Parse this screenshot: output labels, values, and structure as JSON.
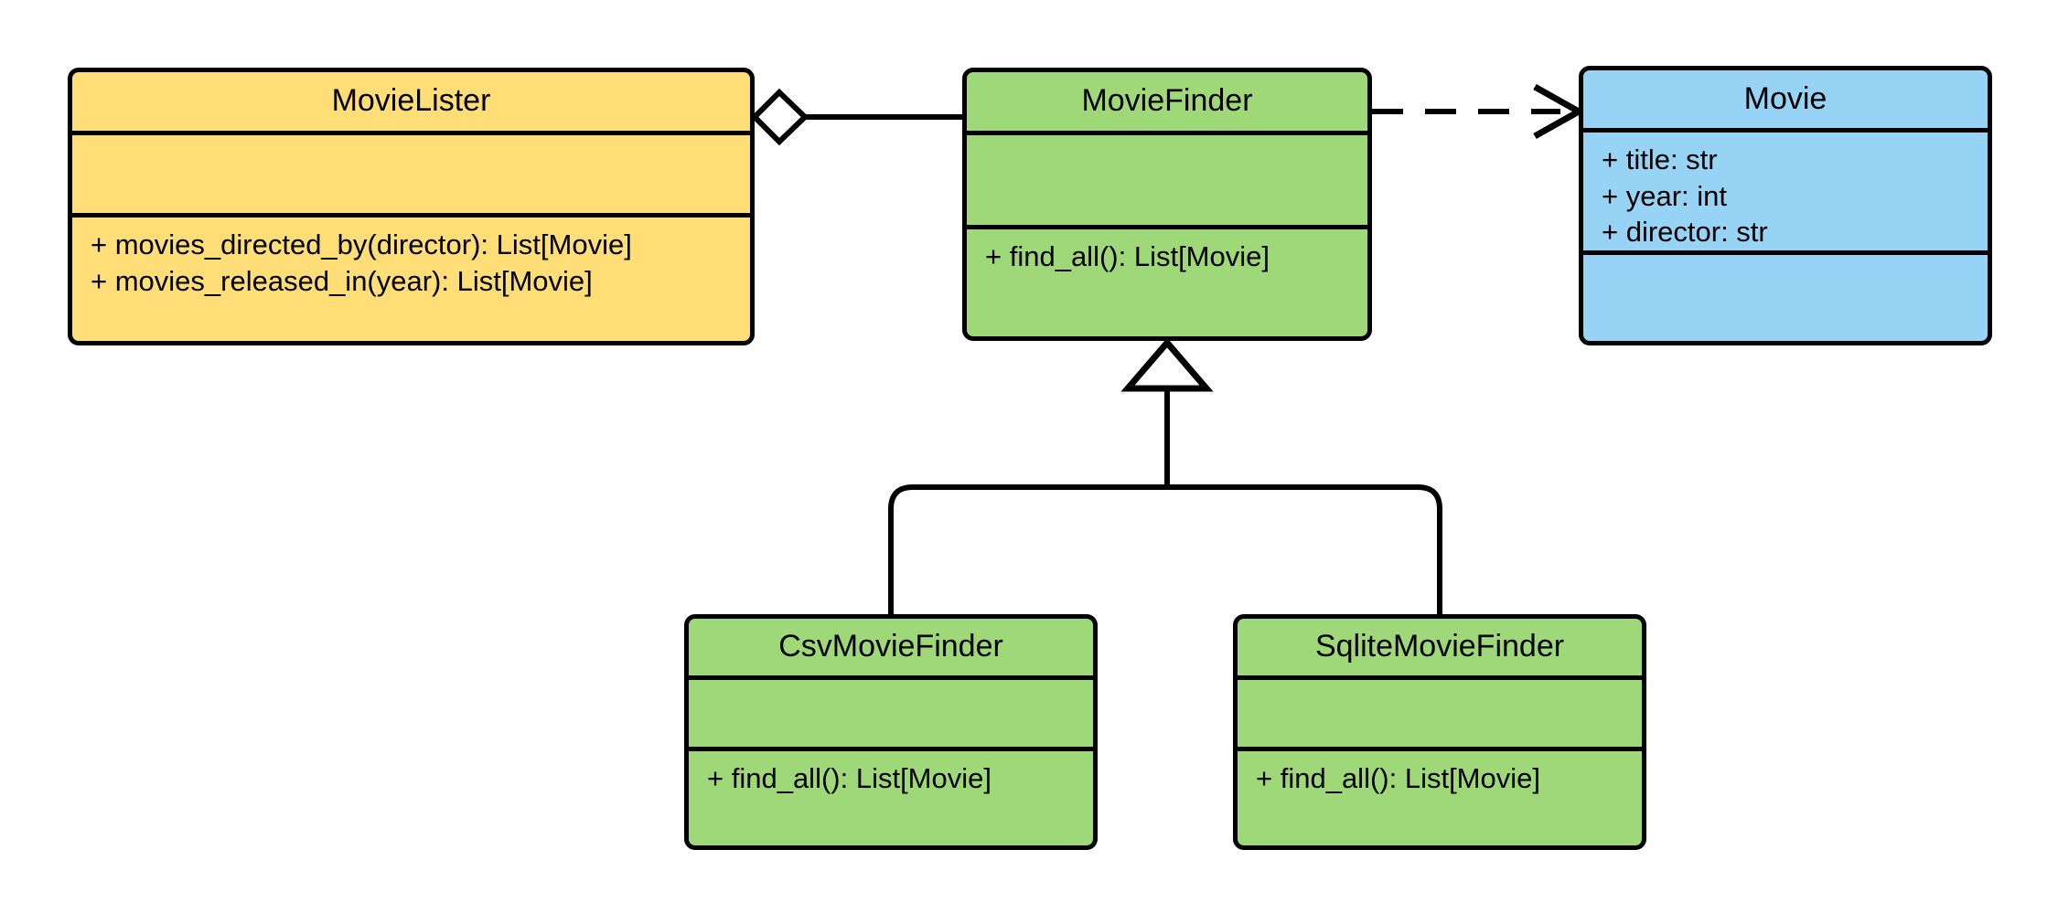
{
  "diagram": {
    "type": "uml-class-diagram",
    "background_color": "#ffffff",
    "line_color": "#000000",
    "classes": [
      {
        "id": "movielister",
        "name": "MovieLister",
        "fill_color": "#ffdd77",
        "attributes": [],
        "methods": [
          "+ movies_directed_by(director): List[Movie]",
          "+ movies_released_in(year): List[Movie]"
        ]
      },
      {
        "id": "moviefinder",
        "name": "MovieFinder",
        "fill_color": "#9fd878",
        "attributes": [],
        "methods": [
          "+ find_all(): List[Movie]"
        ]
      },
      {
        "id": "movie",
        "name": "Movie",
        "fill_color": "#97d3f5",
        "attributes": [
          "+ title: str",
          "+ year: int",
          "+ director: str"
        ],
        "methods": []
      },
      {
        "id": "csvmoviefinder",
        "name": "CsvMovieFinder",
        "fill_color": "#9fd878",
        "attributes": [],
        "methods": [
          "+ find_all(): List[Movie]"
        ]
      },
      {
        "id": "sqlitemoviefinder",
        "name": "SqliteMovieFinder",
        "fill_color": "#9fd878",
        "attributes": [],
        "methods": [
          "+ find_all(): List[Movie]"
        ]
      }
    ],
    "relationships": [
      {
        "id": "aggregation-movielister-moviefinder",
        "kind": "aggregation",
        "from": "MovieLister",
        "to": "MovieFinder",
        "line_style": "solid",
        "source_decoration": "hollow-diamond"
      },
      {
        "id": "dependency-moviefinder-movie",
        "kind": "dependency",
        "from": "MovieFinder",
        "to": "Movie",
        "line_style": "dashed",
        "target_decoration": "open-arrow"
      },
      {
        "id": "generalization-csvmoviefinder-moviefinder",
        "kind": "generalization",
        "from": "CsvMovieFinder",
        "to": "MovieFinder",
        "line_style": "solid",
        "target_decoration": "hollow-triangle"
      },
      {
        "id": "generalization-sqlitemoviefinder-moviefinder",
        "kind": "generalization",
        "from": "SqliteMovieFinder",
        "to": "MovieFinder",
        "line_style": "solid",
        "target_decoration": "hollow-triangle"
      }
    ]
  }
}
